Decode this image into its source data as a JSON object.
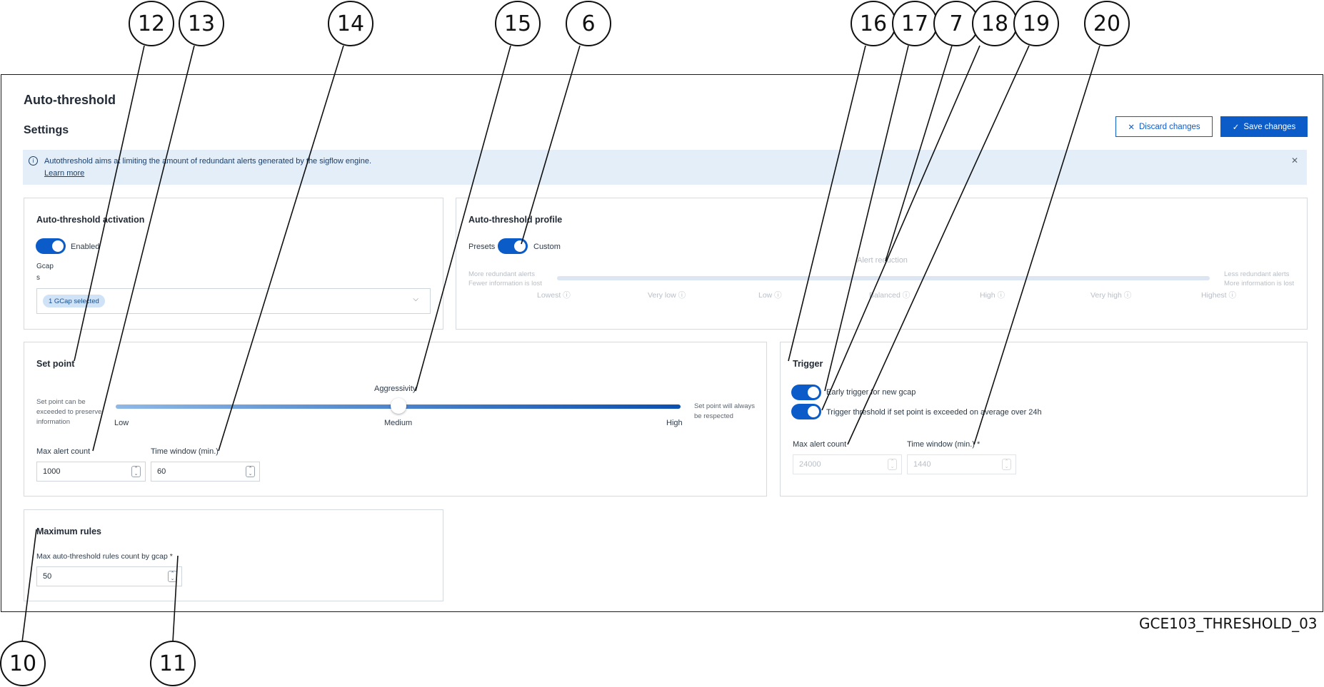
{
  "page": {
    "title": "Auto-threshold",
    "settings_heading": "Settings",
    "discard_label": "Discard changes",
    "save_label": "Save changes",
    "figure_id": "GCE103_THRESHOLD_03"
  },
  "banner": {
    "text": "Autothreshold aims at limiting the amount of redundant alerts generated by the sigflow engine.",
    "link": "Learn more"
  },
  "activation": {
    "title": "Auto-threshold activation",
    "toggle_label": "Enabled",
    "gcaps_label_1": "Gcap",
    "gcaps_label_2": "s",
    "chip": "1 GCap selected"
  },
  "profile": {
    "title": "Auto-threshold profile",
    "left_label": "Presets",
    "right_label": "Custom",
    "slider_title": "Alert reduction",
    "left_note_1": "More redundant alerts",
    "left_note_2": "Fewer information is lost",
    "right_note_1": "Less redundant alerts",
    "right_note_2": "More information is lost",
    "levels": [
      "Lowest",
      "Very low",
      "Low",
      "Balanced",
      "High",
      "Very high",
      "Highest"
    ]
  },
  "setpoint": {
    "title": "Set point",
    "aggr_label": "Aggressivity",
    "left_note_1": "Set point can be",
    "left_note_2": "exceeded to preserve",
    "left_note_3": "information",
    "right_note_1": "Set point will always",
    "right_note_2": "be respected",
    "low": "Low",
    "medium": "Medium",
    "high": "High",
    "aggressivity_level": 0.5,
    "max_alert_label": "Max alert count",
    "max_alert_value": "1000",
    "time_window_label": "Time window (min.)",
    "time_window_value": "60"
  },
  "trigger": {
    "title": "Trigger",
    "early_label": "Early trigger for new gcap",
    "threshold_label": "Trigger threshold if set point is exceeded on average over 24h",
    "max_alert_label": "Max alert count",
    "max_alert_value": "24000",
    "time_window_label": "Time window (min.) *",
    "time_window_value": "1440"
  },
  "maxrules": {
    "title": "Maximum rules",
    "field_label": "Max auto-threshold rules count by gcap *",
    "value": "50"
  },
  "callouts": [
    "12",
    "13",
    "14",
    "15",
    "6",
    "16",
    "17",
    "7",
    "18",
    "19",
    "20",
    "10",
    "11"
  ],
  "colors": {
    "accent": "#0b5cc8",
    "banner_bg": "#e3eef9"
  }
}
